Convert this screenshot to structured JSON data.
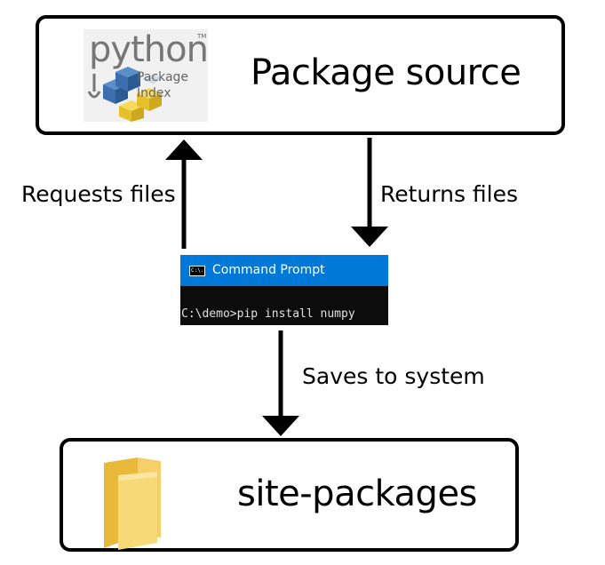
{
  "source": {
    "title": "Package source",
    "logo": {
      "word": "python",
      "tm": "TM",
      "line1": "Package",
      "line2": "Index"
    }
  },
  "destination": {
    "title": "site-packages"
  },
  "edges": {
    "requests": "Requests files",
    "returns": "Returns files",
    "saves": "Saves to system"
  },
  "terminal": {
    "title": "Command Prompt",
    "icon_text": "C:\\.",
    "command_line": "C:\\demo>pip install numpy"
  },
  "colors": {
    "titlebar": "#0078d7",
    "console_bg": "#0c0c0c",
    "folder": "#f2c94c"
  }
}
